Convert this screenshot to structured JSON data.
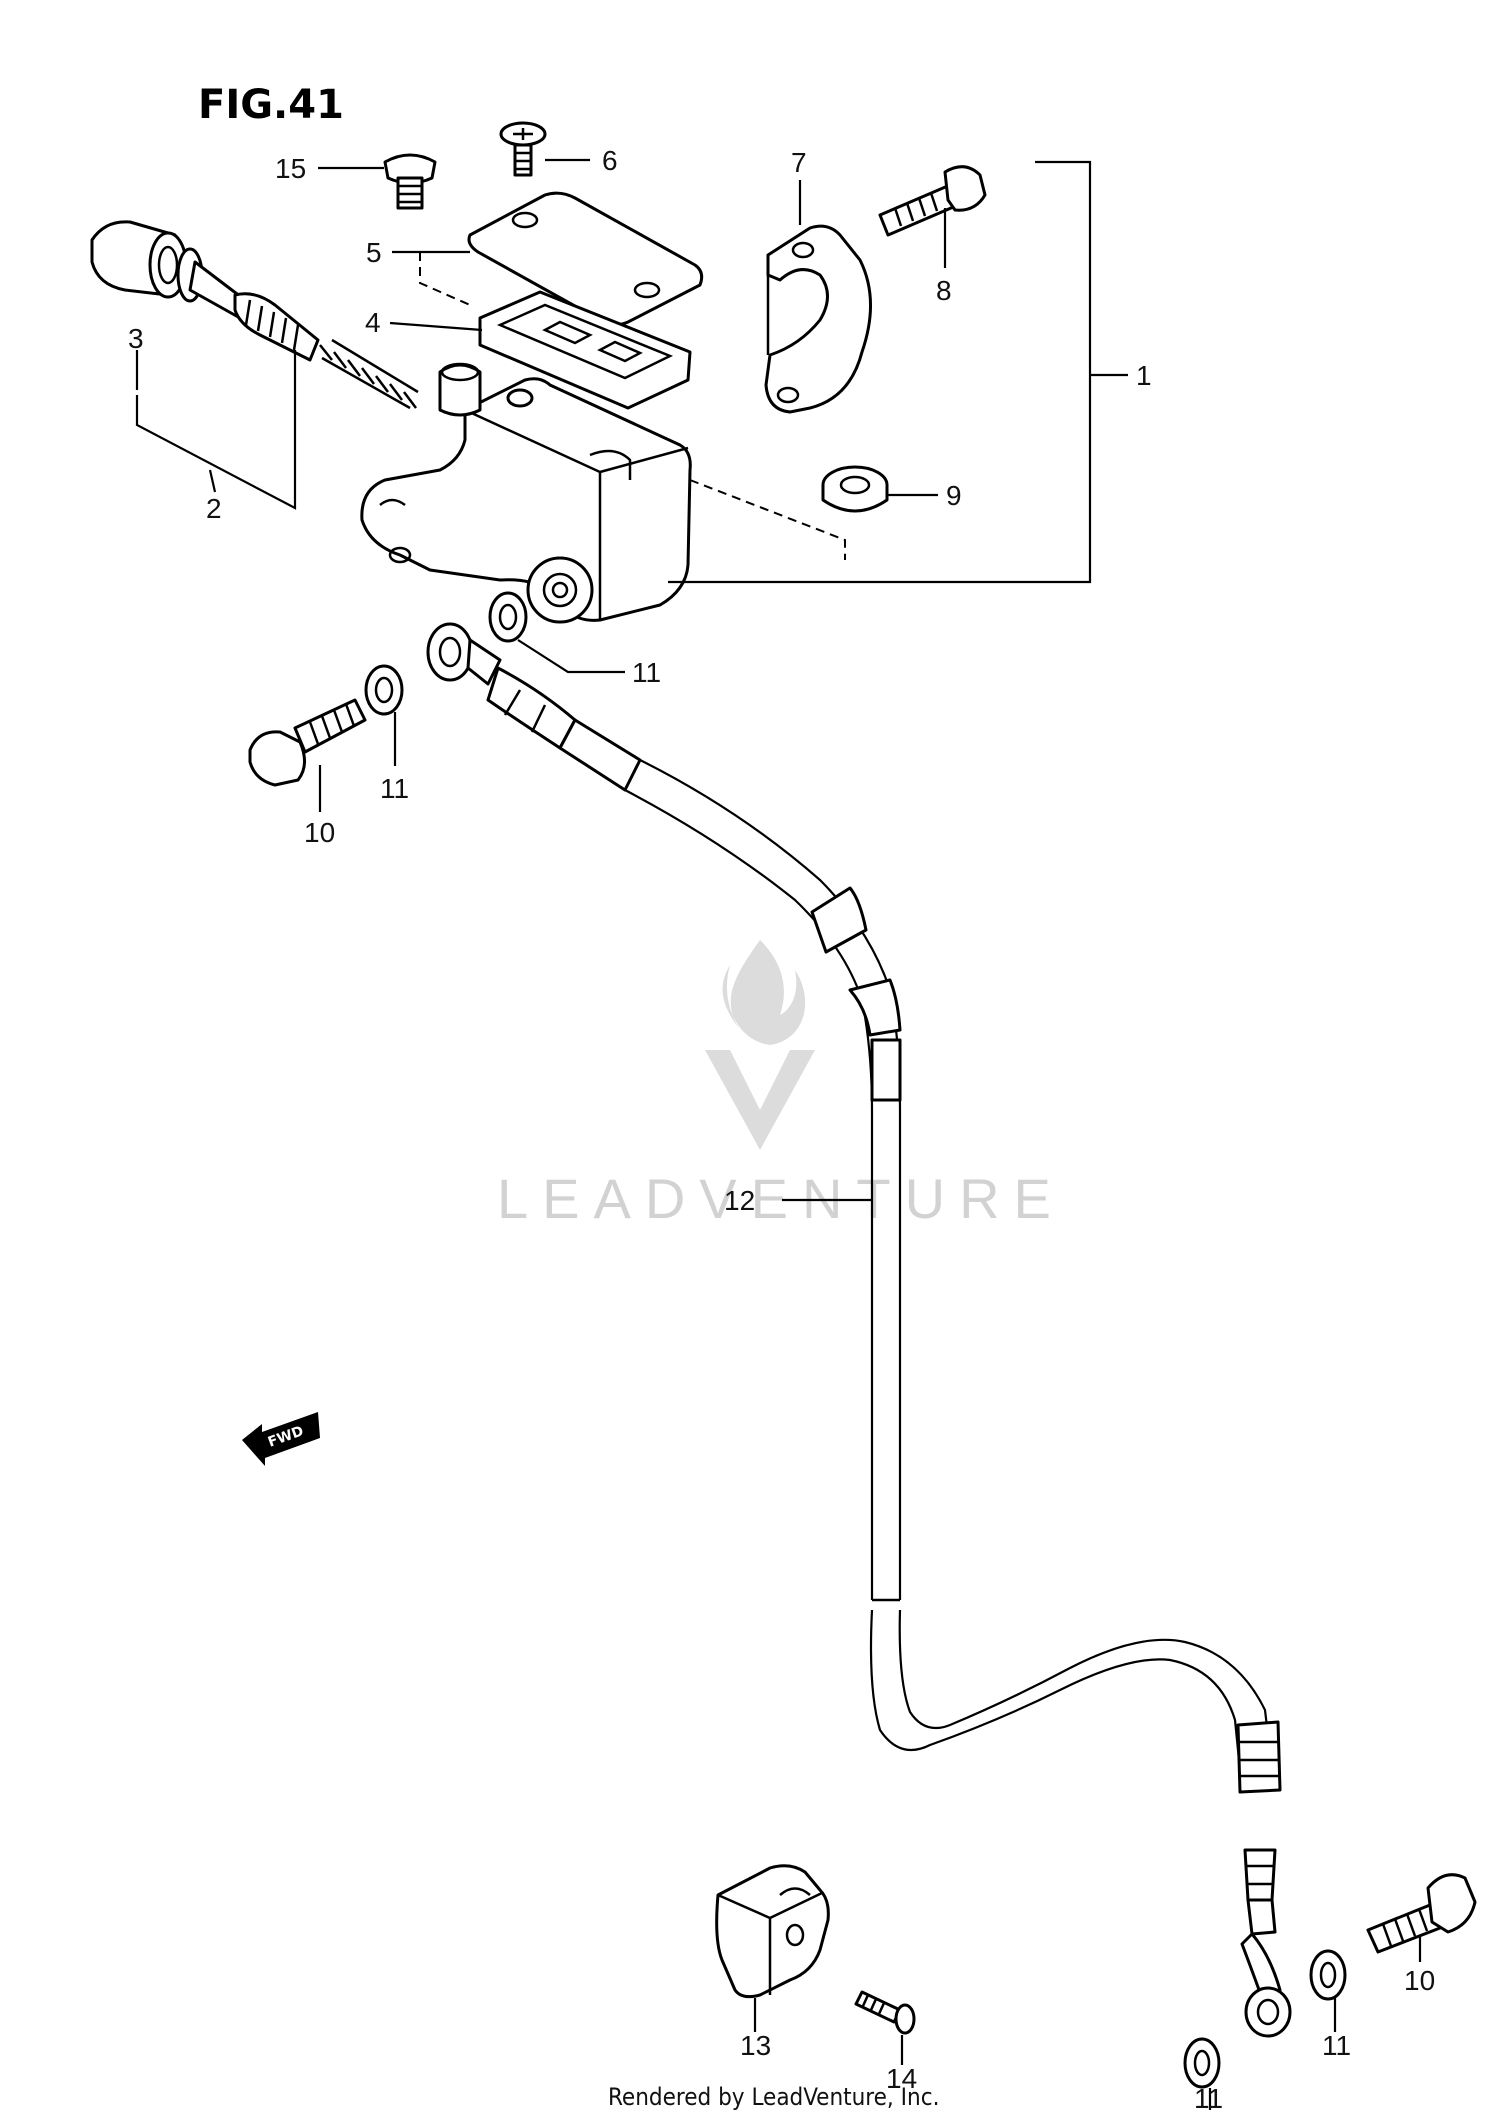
{
  "figure": {
    "title": "FIG.41"
  },
  "callouts": {
    "c1": "1",
    "c2": "2",
    "c3": "3",
    "c4": "4",
    "c5": "5",
    "c6": "6",
    "c7": "7",
    "c8": "8",
    "c9": "9",
    "c10a": "10",
    "c10b": "10",
    "c11a": "11",
    "c11b": "11",
    "c11c": "11",
    "c11d": "11",
    "c12": "12",
    "c13": "13",
    "c14": "14",
    "c15": "15"
  },
  "direction_badge": "FWD",
  "watermark": {
    "text": "LEADVENTURE"
  },
  "footer": {
    "credit": "Rendered by LeadVenture, Inc."
  },
  "colors": {
    "ink": "#000000",
    "paper": "#ffffff",
    "watermark": "#d2d2d2"
  }
}
